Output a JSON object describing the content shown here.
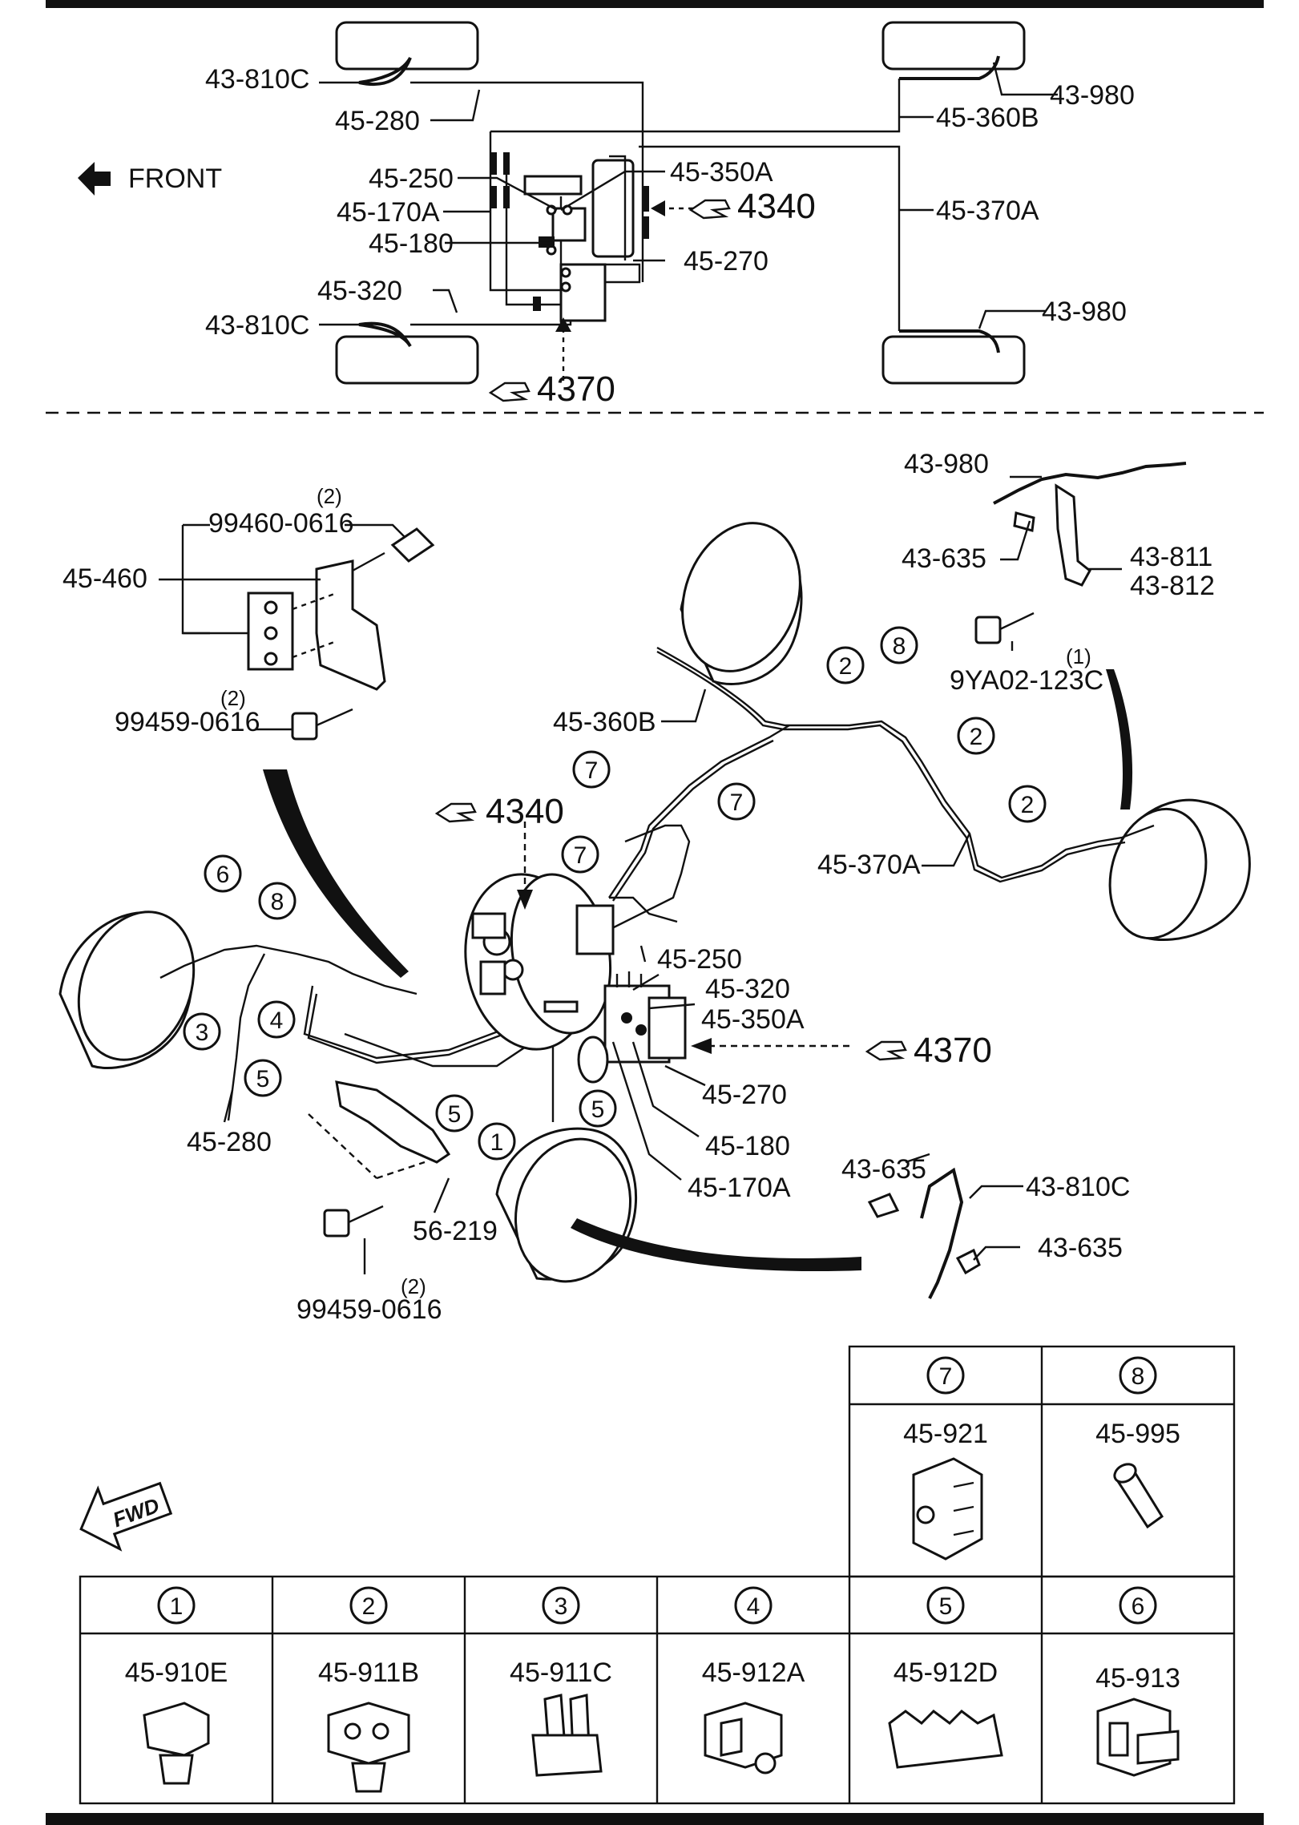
{
  "overview": {
    "front_label": "FRONT",
    "ref_4340": "4340",
    "ref_4370": "4370",
    "labels": {
      "l_43_810C_top": "43-810C",
      "l_45_280": "45-280",
      "l_45_250": "45-250",
      "l_45_170A": "45-170A",
      "l_45_180": "45-180",
      "l_45_320": "45-320",
      "l_43_810C_bot": "43-810C",
      "l_45_350A": "45-350A",
      "l_45_270": "45-270",
      "l_43_980_top": "43-980",
      "l_45_360B": "45-360B",
      "l_45_370A": "45-370A",
      "l_43_980_bot": "43-980"
    }
  },
  "detail": {
    "ref_4340": "4340",
    "ref_4370": "4370",
    "qty_2": "(2)",
    "qty_1": "(1)",
    "labels": {
      "d_99460": "99460-0616",
      "d_45_460": "45-460",
      "d_99459_top": "99459-0616",
      "d_43_980": "43-980",
      "d_43_635_top": "43-635",
      "d_43_811": "43-811",
      "d_43_812": "43-812",
      "d_9YA02": "9YA02-123C",
      "d_45_360B": "45-360B",
      "d_45_370A": "45-370A",
      "d_45_250": "45-250",
      "d_45_320": "45-320",
      "d_45_350A": "45-350A",
      "d_45_270": "45-270",
      "d_45_180": "45-180",
      "d_45_170A": "45-170A",
      "d_45_280": "45-280",
      "d_56_219": "56-219",
      "d_99459_bot": "99459-0616",
      "d_43_635_mid": "43-635",
      "d_43_810C": "43-810C",
      "d_43_635_bot": "43-635"
    },
    "callouts": [
      "2",
      "8",
      "2",
      "7",
      "7",
      "7",
      "2",
      "6",
      "8",
      "3",
      "4",
      "5",
      "5",
      "5",
      "1"
    ]
  },
  "fwd_label": "FWD",
  "legend_top": [
    {
      "num": "7",
      "part": "45-921"
    },
    {
      "num": "8",
      "part": "45-995"
    }
  ],
  "legend_bottom": [
    {
      "num": "1",
      "part": "45-910E"
    },
    {
      "num": "2",
      "part": "45-911B"
    },
    {
      "num": "3",
      "part": "45-911C"
    },
    {
      "num": "4",
      "part": "45-912A"
    },
    {
      "num": "5",
      "part": "45-912D"
    },
    {
      "num": "6",
      "part": "45-913"
    }
  ]
}
